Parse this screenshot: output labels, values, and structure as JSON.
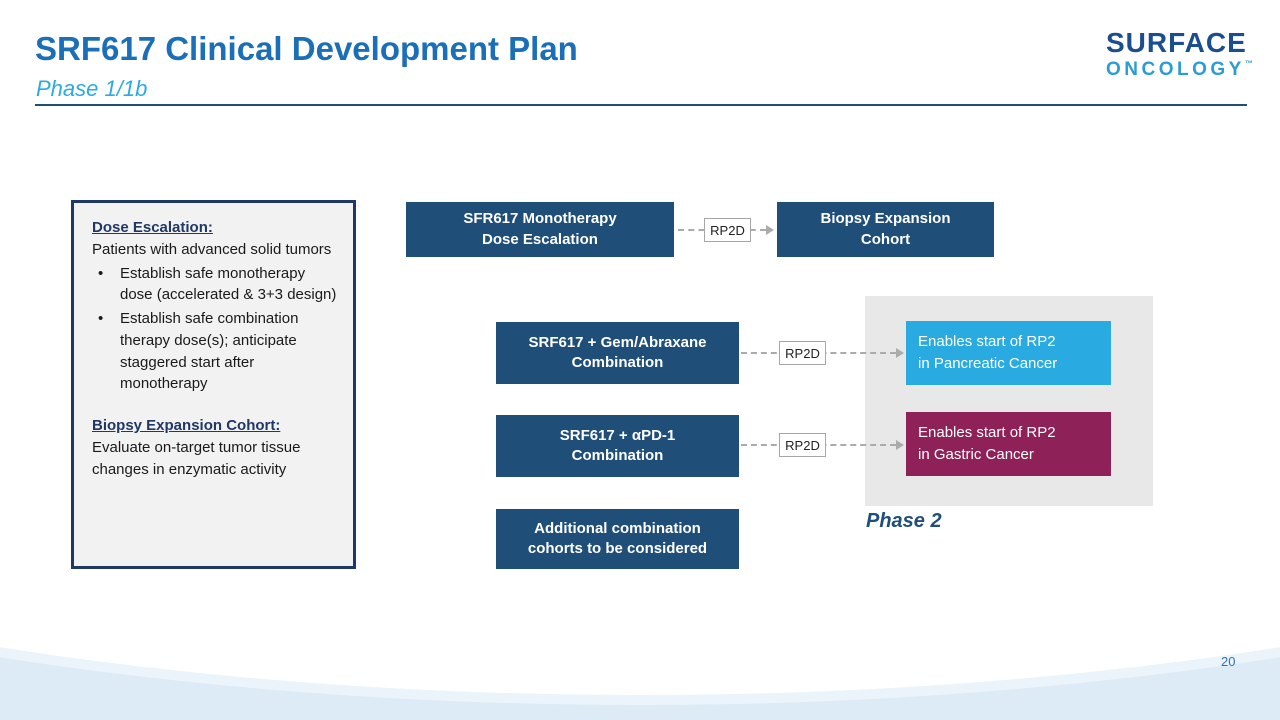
{
  "colors": {
    "title_blue": "#1B6FB8",
    "subtitle_cyan": "#29ABE2",
    "box_dark_blue": "#1F4E79",
    "pancreatic_cyan": "#29ABE2",
    "gastric_magenta": "#8E2157",
    "panel_border_navy": "#1F3864",
    "phase2_background_gray": "#E8E8E8",
    "footer_wave_blue": "#DCEBF6"
  },
  "header": {
    "title": "SRF617 Clinical Development Plan",
    "subtitle": "Phase 1/1b",
    "logo_line1": "SURFACE",
    "logo_line2": "ONCOLOGY",
    "logo_tm": "™"
  },
  "panel": {
    "dose_heading": "Dose Escalation:",
    "dose_intro": "Patients with advanced solid tumors",
    "bullets": [
      "Establish safe monotherapy dose (accelerated & 3+3 design)",
      "Establish safe combination therapy dose(s); anticipate staggered start after monotherapy"
    ],
    "biopsy_heading": "Biopsy Expansion Cohort:",
    "biopsy_text": "Evaluate on-target tumor tissue changes in enzymatic activity"
  },
  "diagram": {
    "monotherapy_box": "SFR617 Monotherapy\nDose Escalation",
    "biopsy_box": "Biopsy Expansion\nCohort",
    "gem_box": "SRF617 + Gem/Abraxane\nCombination",
    "apd1_box": "SRF617 + αPD-1\nCombination",
    "additional_box": "Additional combination\ncohorts to be considered",
    "pancreatic_box": "Enables start of RP2\nin Pancreatic Cancer",
    "gastric_box": "Enables start of RP2\nin Gastric Cancer",
    "rp2d": "RP2D",
    "phase2_label": "Phase 2"
  },
  "footer": {
    "page_number": "20"
  }
}
